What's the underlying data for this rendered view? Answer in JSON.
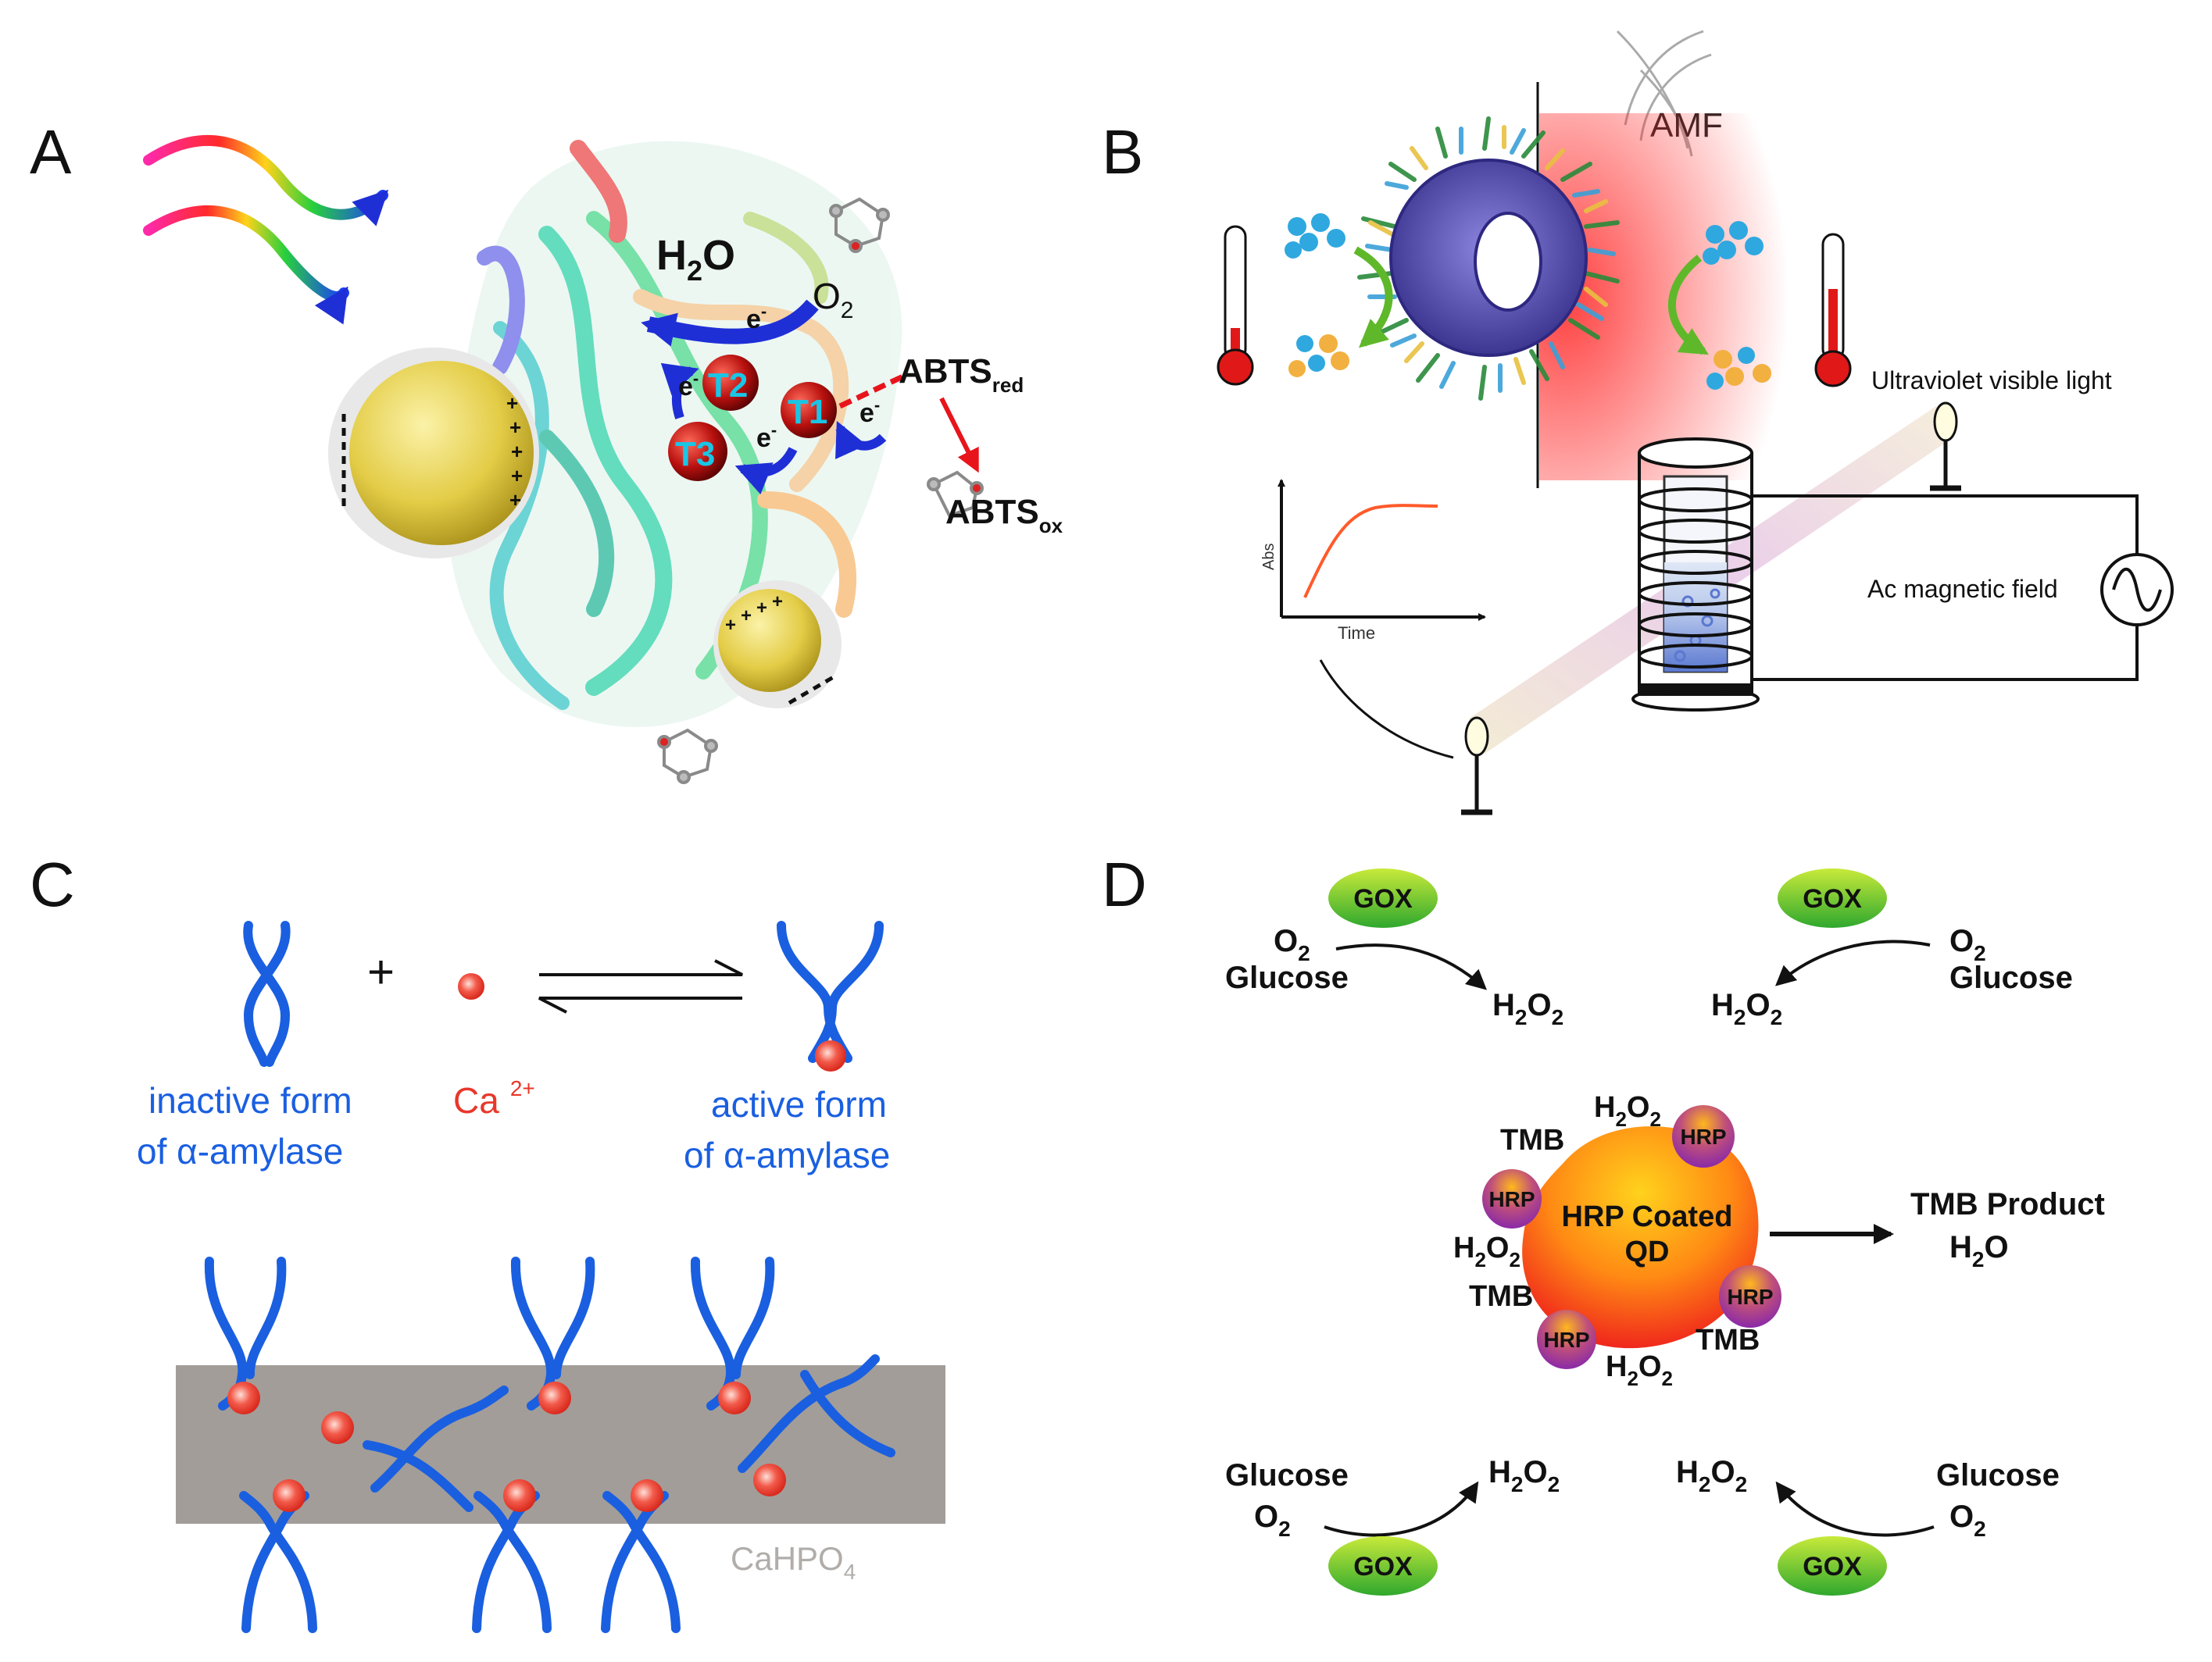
{
  "panels": {
    "a": {
      "label": "A",
      "h2o": "H",
      "h2o_sub": "2",
      "h2o_tail": "O",
      "o2": "O",
      "o2_sub": "2",
      "electron": "e",
      "electron_sup": "-",
      "sites": [
        "T2",
        "T1",
        "T3"
      ],
      "abts_red": "ABTS",
      "abts_red_sub": "red",
      "abts_ox": "ABTS",
      "abts_ox_sub": "ox",
      "charge_plus": "+",
      "charge_minus": "-",
      "colors": {
        "site_text": "#19c6e6",
        "arrow_blue": "#1f2fd6",
        "arrow_red": "#e8141c",
        "gold": "#e8d24a"
      }
    },
    "b": {
      "label": "B",
      "amf": "AMF",
      "uv_light": "Ultraviolet visible light",
      "ac_field": "Ac magnetic field",
      "abs_axis": "Abs",
      "time_axis": "Time",
      "colors": {
        "torus": "#5a54b8",
        "heat": "#ff3b3b",
        "thermo_red": "#e01818"
      }
    },
    "c": {
      "label": "C",
      "plus": "+",
      "inactive_line1": "inactive form",
      "inactive_line2": "of  α-amylase",
      "calcium": "Ca",
      "calcium_sup": "2+",
      "active_line1": "active form",
      "active_line2": "of  α-amylase",
      "support": "CaHPO",
      "support_sub": "4",
      "colors": {
        "enzyme": "#1a5fe0",
        "calcium": "#e8372a",
        "slab": "#a29d99"
      }
    },
    "d": {
      "label": "D",
      "gox": "GOX",
      "o2": "O",
      "o2_sub": "2",
      "glucose": "Glucose",
      "h2o2_a": "H",
      "h2o2_b": "2",
      "h2o2_c": "O",
      "h2o2_d": "2",
      "tmb": "TMB",
      "hrp": "HRP",
      "qd_line1": "HRP Coated",
      "qd_line2": "QD",
      "product_line1": "TMB Product",
      "product_h": "H",
      "product_sub": "2",
      "product_o": "O",
      "colors": {
        "gox_green": "#8ed21c",
        "qd_orange": "#ff7a10",
        "hrp_purple": "#a04aa0"
      }
    }
  }
}
